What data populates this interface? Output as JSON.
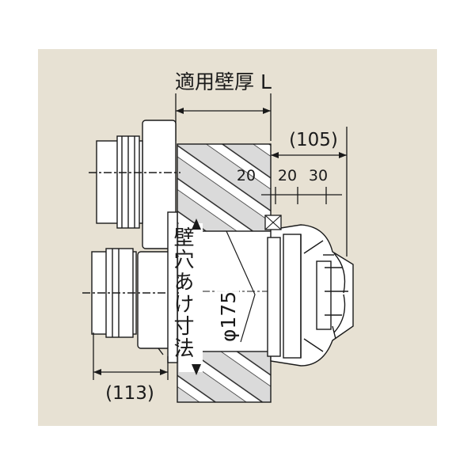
{
  "title": "適用壁厚 L",
  "dimensions": {
    "top_overall": "(105)",
    "inner_20": "20",
    "right_20": "20",
    "right_30": "30",
    "bottom_overall": "(113)"
  },
  "labels": {
    "wall_hole": "壁穴あけ寸法",
    "diameter": "φ175"
  },
  "colors": {
    "background": "#e7e1d3",
    "line": "#1a1a1a",
    "part_fill": "#ffffff",
    "wall_fill": "#d9d9d9"
  }
}
